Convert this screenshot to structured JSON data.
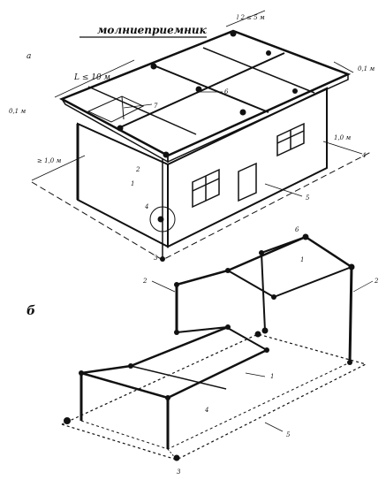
{
  "panel_a": {
    "panel_label": "а",
    "title_label": "молниеприемник",
    "dim_top": "l 2 ≤ 5 м",
    "dim_len": "L ≤ 10 м",
    "dim_offset_left": "0,1 м",
    "dim_offset_right": "0,1 м",
    "dim_ground_left": "≥ 1,0 м",
    "dim_ground_right": "1,0 м",
    "callout_1": "1",
    "callout_2": "2",
    "callout_3": "3",
    "callout_4": "4",
    "callout_5": "5",
    "callout_6": "6",
    "callout_7": "7",
    "callout_right_4": "4"
  },
  "panel_b": {
    "panel_label": "б",
    "callout_upper_6": "6",
    "callout_upper_1": "1",
    "callout_upper_2_left": "2",
    "callout_upper_2_right": "2",
    "callout_lower_1": "1",
    "callout_lower_4": "4",
    "callout_lower_3": "3",
    "callout_lower_5": "5"
  }
}
